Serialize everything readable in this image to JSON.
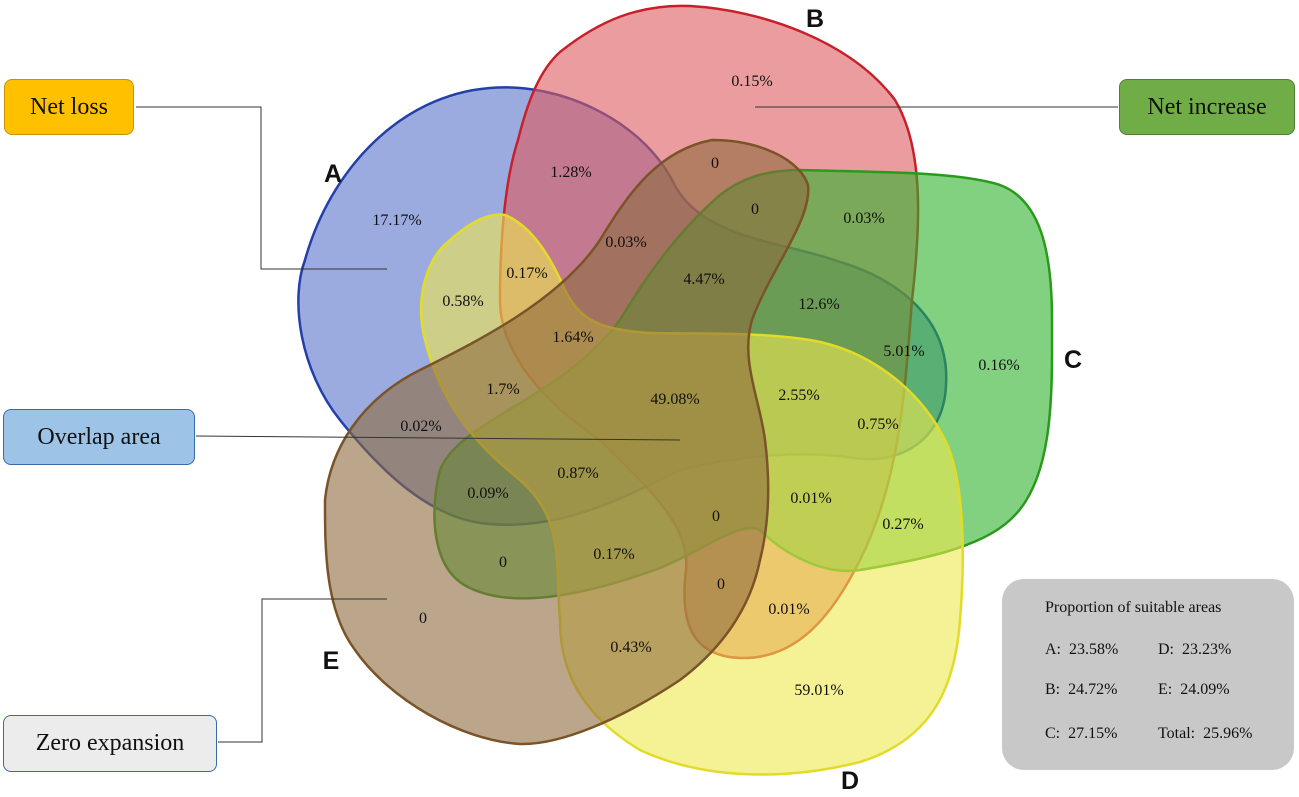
{
  "colors": {
    "set_A": "#5a73c9",
    "set_B": "#dd5a5e",
    "set_C": "#2fb32d",
    "set_D": "#eee84e",
    "set_E": "#8e6a3d",
    "net_loss_bg": "#ffc000",
    "net_increase_bg": "#70ad47",
    "overlap_area_bg": "#9dc3e6",
    "zero_expansion_bg": "#ececec",
    "legend_bg": "#c8c8c8"
  },
  "diagram": {
    "sets": [
      {
        "key": "A",
        "label": "A"
      },
      {
        "key": "B",
        "label": "B"
      },
      {
        "key": "C",
        "label": "C"
      },
      {
        "key": "D",
        "label": "D"
      },
      {
        "key": "E",
        "label": "E"
      }
    ],
    "regions": [
      {
        "sets": "A",
        "value": "17.17%"
      },
      {
        "sets": "A B",
        "value": "1.28%"
      },
      {
        "sets": "B",
        "value": "0.15%"
      },
      {
        "sets": "B E",
        "value": "0"
      },
      {
        "sets": "B C E",
        "value": "0"
      },
      {
        "sets": "B C",
        "value": "0.03%"
      },
      {
        "sets": "A B E",
        "value": "0.03%"
      },
      {
        "sets": "A B D",
        "value": "0.17%"
      },
      {
        "sets": "A D",
        "value": "0.58%"
      },
      {
        "sets": "A B C E",
        "value": "4.47%"
      },
      {
        "sets": "A B C",
        "value": "12.6%"
      },
      {
        "sets": "A B D E",
        "value": "1.64%"
      },
      {
        "sets": "A C",
        "value": "5.01%"
      },
      {
        "sets": "C",
        "value": "0.16%"
      },
      {
        "sets": "A D E",
        "value": "1.7%"
      },
      {
        "sets": "A B C D E",
        "value": "49.08%"
      },
      {
        "sets": "A B C D",
        "value": "2.55%"
      },
      {
        "sets": "A C D",
        "value": "0.75%"
      },
      {
        "sets": "A E",
        "value": "0.02%"
      },
      {
        "sets": "A C D E",
        "value": "0.87%"
      },
      {
        "sets": "A C E",
        "value": "0.09%"
      },
      {
        "sets": "C D E",
        "value": "0"
      },
      {
        "sets": "B C D",
        "value": "0.01%"
      },
      {
        "sets": "C D",
        "value": "0.27%"
      },
      {
        "sets": "C E",
        "value": "0"
      },
      {
        "sets": "B C D E",
        "value": "0.17%"
      },
      {
        "sets": "B D E",
        "value": "0"
      },
      {
        "sets": "E",
        "value": "0"
      },
      {
        "sets": "B D",
        "value": "0.01%"
      },
      {
        "sets": "D E",
        "value": "0.43%"
      },
      {
        "sets": "D",
        "value": "59.01%"
      }
    ]
  },
  "callouts": {
    "net_loss": "Net loss",
    "net_increase": "Net increase",
    "overlap_area": "Overlap area",
    "zero_expansion": "Zero expansion"
  },
  "legend": {
    "title": "Proportion of suitable areas",
    "items": [
      {
        "key": "A:",
        "value": "23.58%"
      },
      {
        "key": "B:",
        "value": "24.72%"
      },
      {
        "key": "C:",
        "value": "27.15%"
      },
      {
        "key": "D:",
        "value": "23.23%"
      },
      {
        "key": "E:",
        "value": "24.09%"
      },
      {
        "key": "Total:",
        "value": "25.96%"
      }
    ]
  }
}
